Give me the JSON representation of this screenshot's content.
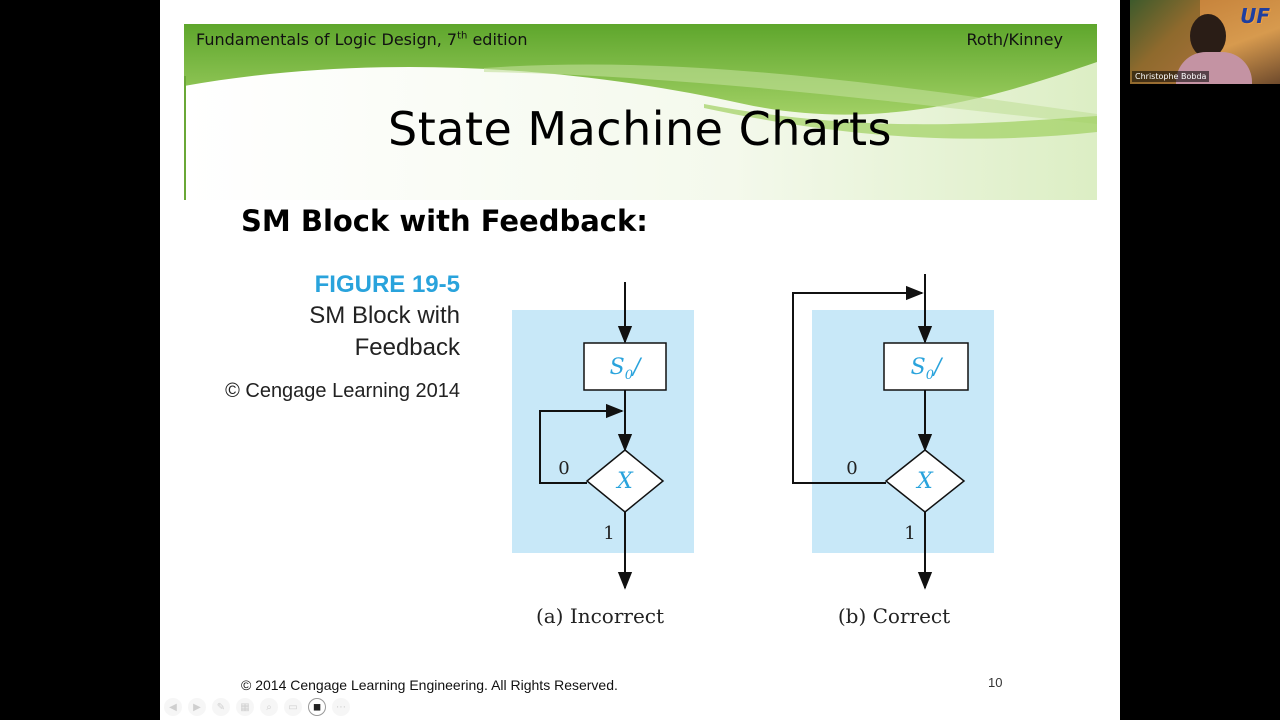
{
  "slide": {
    "header_left_main": "Fundamentals of Logic Design, 7",
    "header_left_sup": "th",
    "header_left_tail": " edition",
    "header_right": "Roth/Kinney",
    "title": "State Machine Charts",
    "section_heading": "SM Block with Feedback:",
    "figure": {
      "number": "FIGURE 19-5",
      "caption": "SM Block with\nFeedback",
      "copyright": "© Cengage Learning 2014"
    },
    "diagram": {
      "incorrect": {
        "state_label": "S",
        "state_sub": "0",
        "state_slash": "/",
        "decision": "X",
        "branch_zero": "0",
        "branch_one": "1",
        "caption": "(a) Incorrect"
      },
      "correct": {
        "state_label": "S",
        "state_sub": "0",
        "state_slash": "/",
        "decision": "X",
        "branch_zero": "0",
        "branch_one": "1",
        "caption": "(b) Correct"
      }
    },
    "footer_copyright": "© 2014 Cengage Learning Engineering. All Rights Reserved.",
    "page_number": "10"
  },
  "video": {
    "participant_name": "Christophe Bobda",
    "logo_text": "UF"
  },
  "colors": {
    "block_fill": "#c8e8f8",
    "accent_blue": "#29a3dc",
    "banner_green": "#7dba3a"
  }
}
